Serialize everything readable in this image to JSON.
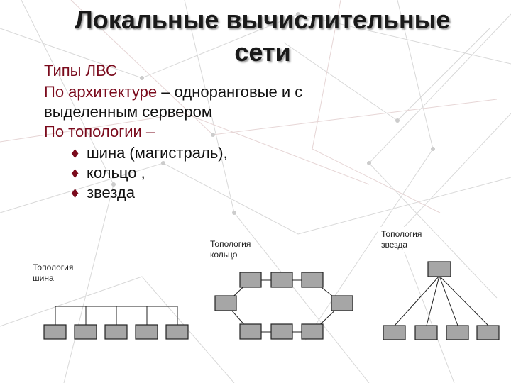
{
  "title": {
    "line1": "Локальные вычислительные",
    "line2": "сети"
  },
  "body": {
    "heading": "Типы ЛВС",
    "arch_label": "По архитектуре",
    "arch_text": " – одноранговые и с",
    "arch_text2": "выделенным сервером",
    "topo_label": "По топологии",
    "topo_dash": " –",
    "bullet_glyph": "♦",
    "items": [
      "шина (магистраль),",
      "кольцо ,",
      "звезда"
    ]
  },
  "diagrams": {
    "bus": {
      "caption_line1": "Топология",
      "caption_line2": "шина"
    },
    "ring": {
      "caption_line1": "Топология",
      "caption_line2": "кольцо"
    },
    "star": {
      "caption_line1": "Топология",
      "caption_line2": "звезда"
    }
  },
  "colors": {
    "accent": "#7a0a1c",
    "node_fill": "#a6a6a6"
  }
}
